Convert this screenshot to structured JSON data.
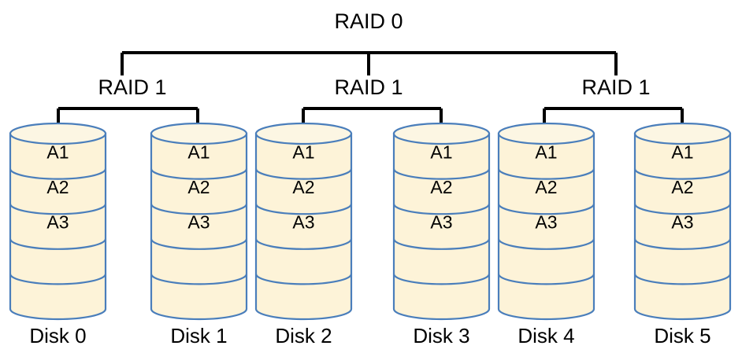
{
  "diagram": {
    "title": "RAID 0",
    "groups": [
      {
        "label": "RAID 1"
      },
      {
        "label": "RAID 1"
      },
      {
        "label": "RAID 1"
      }
    ],
    "stripes": [
      "A1",
      "A2",
      "A3",
      "",
      ""
    ],
    "disks": [
      {
        "name": "Disk 0",
        "stripes": [
          "A1",
          "A2",
          "A3",
          "",
          ""
        ]
      },
      {
        "name": "Disk 1",
        "stripes": [
          "A1",
          "A2",
          "A3",
          "",
          ""
        ]
      },
      {
        "name": "Disk 2",
        "stripes": [
          "A1",
          "A2",
          "A3",
          "",
          ""
        ]
      },
      {
        "name": "Disk 3",
        "stripes": [
          "A1",
          "A2",
          "A3",
          "",
          ""
        ]
      },
      {
        "name": "Disk 4",
        "stripes": [
          "A1",
          "A2",
          "A3",
          "",
          ""
        ]
      },
      {
        "name": "Disk 5",
        "stripes": [
          "A1",
          "A2",
          "A3",
          "",
          ""
        ]
      }
    ],
    "colors": {
      "disk_fill": "#FDF3D8",
      "disk_stroke": "#4A7EBB",
      "connector": "#000000",
      "text": "#000000",
      "background": "#FFFFFF"
    }
  }
}
